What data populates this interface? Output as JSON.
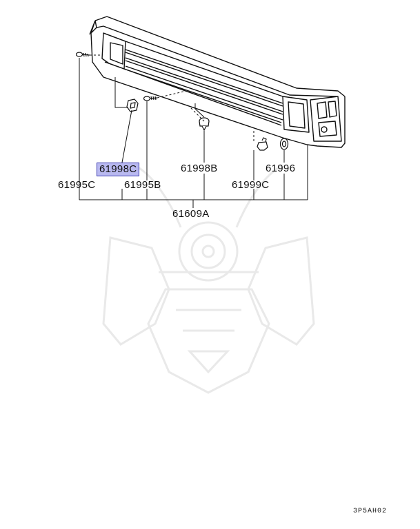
{
  "labels": {
    "p61998C": "61998C",
    "p61995C": "61995C",
    "p61995B": "61995B",
    "p61998B": "61998B",
    "p61996": "61996",
    "p61999C": "61999C",
    "p61609A": "61609A"
  },
  "highlighted_part": "61998C",
  "highlight_color": "#b9b9f0",
  "ref_code": "3P5AH02",
  "watermark": "samurai-helmet-logo"
}
